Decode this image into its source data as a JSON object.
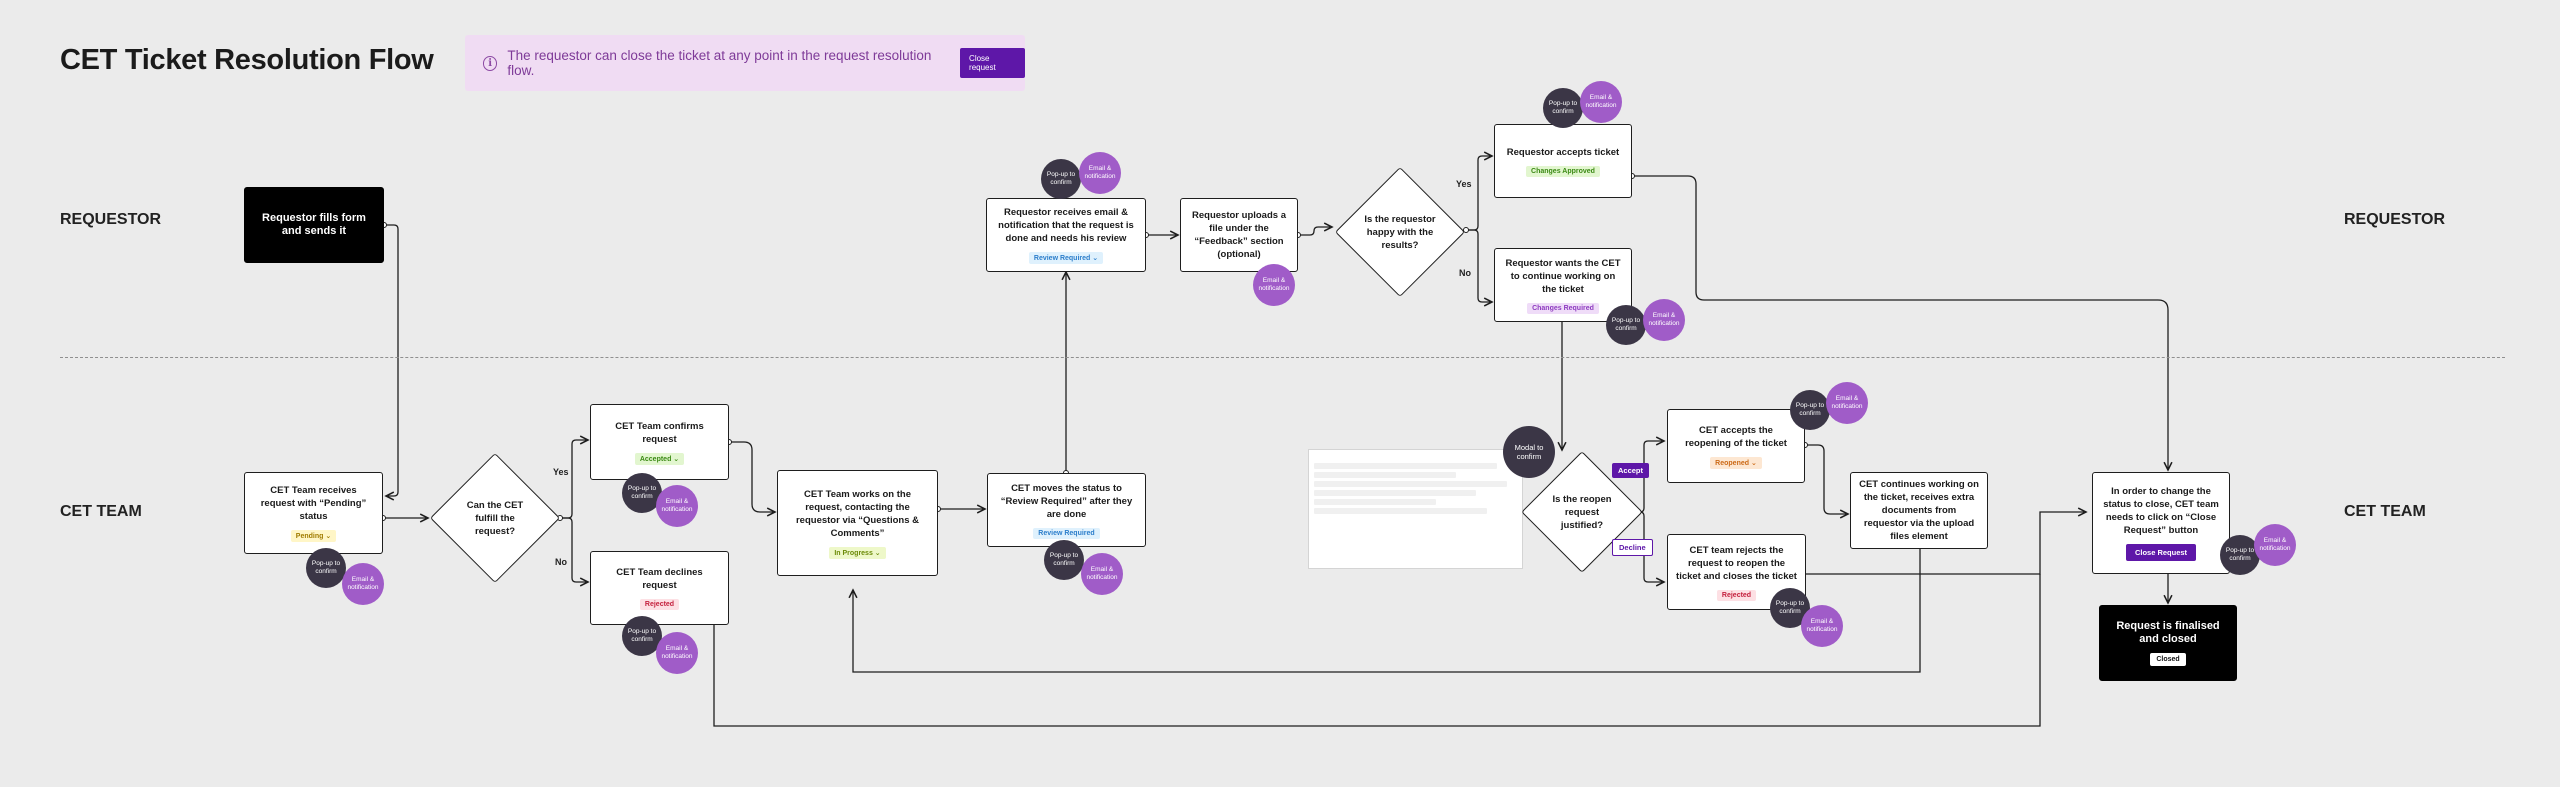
{
  "title": "CET Ticket Resolution Flow",
  "banner": {
    "icon": "info-icon",
    "message": "The requestor can close the ticket at any point in the request resolution flow.",
    "button": "Close request"
  },
  "lanes": {
    "requestor_left": "REQUESTOR",
    "requestor_right": "REQUESTOR",
    "cet_left": "CET TEAM",
    "cet_right": "CET TEAM"
  },
  "nodes": {
    "fills_form": "Requestor fills form and sends it",
    "receives_request": "CET Team receives request with “Pending” status",
    "receives_request_tag": "Pending ⌄",
    "can_fulfill": "Can the CET fulfill the request?",
    "confirms": "CET Team confirms request",
    "confirms_tag": "Accepted ⌄",
    "declines": "CET Team declines request",
    "declines_tag": "Rejected",
    "works_on": "CET Team works on the request, contacting the requestor via “Questions & Comments”",
    "works_on_tag": "In Progress ⌄",
    "moves_status": "CET moves the status to “Review Required” after they are done",
    "moves_status_tag": "Review Required",
    "receives_email": "Requestor receives email & notification that the request is done and needs his review",
    "receives_email_tag": "Review Required ⌄",
    "uploads_file": "Requestor uploads a file under the “Feedback” section (optional)",
    "is_happy": "Is the requestor happy with the results?",
    "accepts_ticket": "Requestor accepts ticket",
    "accepts_ticket_tag": "Changes Approved",
    "wants_continue": "Requestor wants the CET to continue working on the ticket",
    "wants_continue_tag": "Changes Required",
    "reopen_justified": "Is the reopen request justified?",
    "accepts_reopen": "CET accepts the reopening of the ticket",
    "accepts_reopen_tag": "Reopened ⌄",
    "rejects_reopen": "CET team rejects the request to reopen the ticket and closes the ticket",
    "rejects_reopen_tag": "Rejected",
    "continues_working": "CET continues working on the ticket, receives extra documents from requestor via the upload files element",
    "close_request_note": "In order to change the status to close, CET team needs to click on “Close Request” button",
    "close_request_btn": "Close Request",
    "finalised": "Request is finalised and closed",
    "finalised_tag": "Closed"
  },
  "edge_labels": {
    "yes": "Yes",
    "no": "No"
  },
  "bubbles": {
    "popup": "Pop-up to confirm",
    "email": "Email & notification",
    "modal": "Modal to confirm"
  },
  "modal_buttons": {
    "accept": "Accept",
    "decline": "Decline"
  },
  "colors": {
    "accent": "#5e17a8",
    "popup_bubble": "#3b3646",
    "email_bubble": "#a05cc8",
    "banner_bg": "#f0dcf3"
  }
}
